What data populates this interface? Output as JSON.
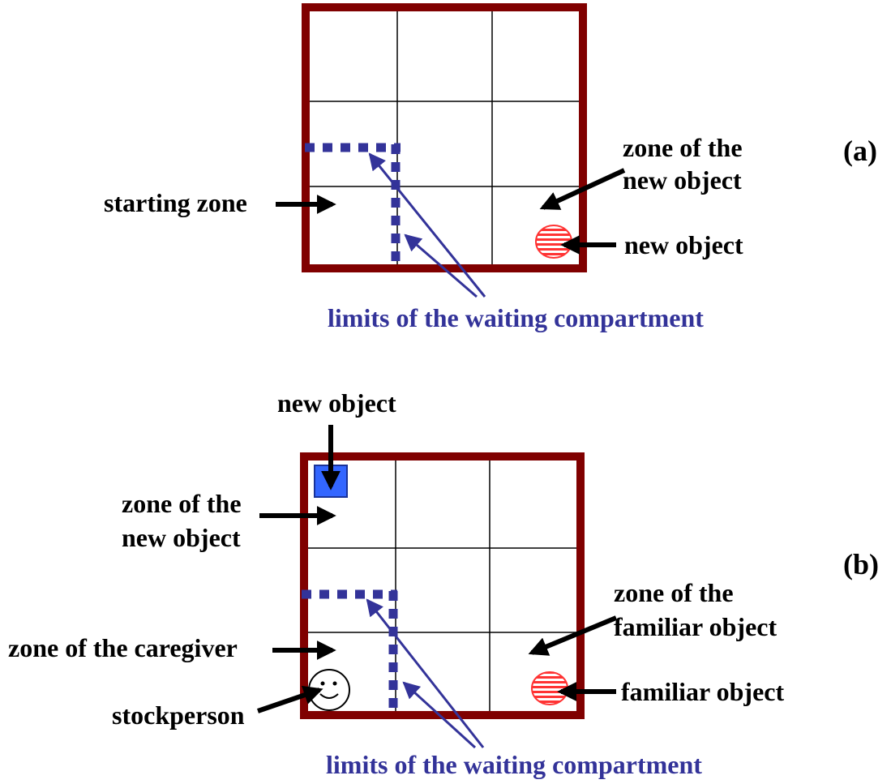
{
  "colors": {
    "arena_border": "#800000",
    "grid_line": "#000000",
    "compartment": "#333399",
    "arrow": "#000000",
    "new_object_a": "#ff3333",
    "new_object_b": "#3366ff",
    "familiar_object": "#ff3333"
  },
  "panel_a": {
    "tag": "(a)",
    "starting_zone": "starting zone",
    "zone_new_object_line1": "zone of the",
    "zone_new_object_line2": "new object",
    "new_object": "new object",
    "compartment_label": "limits of the waiting compartment"
  },
  "panel_b": {
    "tag": "(b)",
    "new_object": "new object",
    "zone_new_object_line1": "zone of the",
    "zone_new_object_line2": "new object",
    "zone_familiar_line1": "zone of the",
    "zone_familiar_line2": "familiar object",
    "zone_caregiver": "zone of the caregiver",
    "familiar_object": "familiar object",
    "stockperson": "stockperson",
    "compartment_label": "limits of the waiting compartment"
  }
}
